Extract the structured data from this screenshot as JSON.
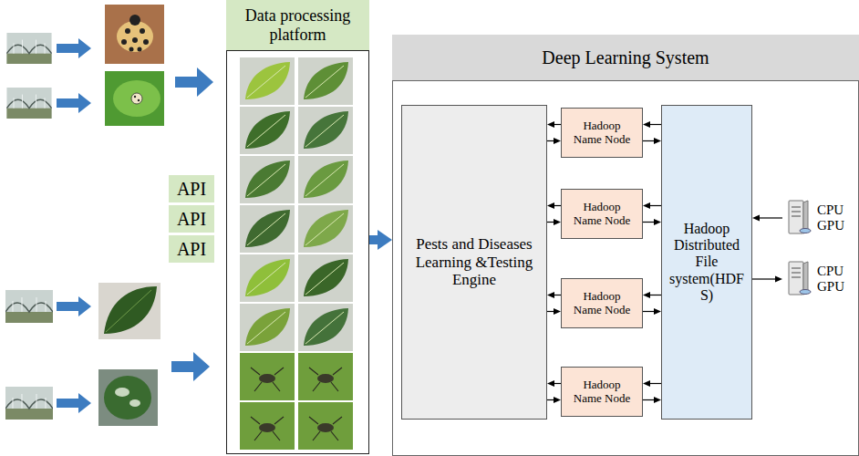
{
  "diagram": {
    "nodes": [
      {
        "text": [
          "API"
        ]
      },
      {
        "text": [
          "API"
        ]
      },
      {
        "text": [
          "API"
        ]
      },
      {
        "text": [
          "Data processing platform"
        ]
      },
      {
        "text": [
          "Deep Learning System"
        ]
      },
      {
        "text": [
          "Pests and Diseases Learning &Testing Engine"
        ],
        "in": 4
      },
      {
        "text": [
          "Hadoop Name Node"
        ],
        "in": 4
      },
      {
        "text": [
          "Hadoop Name Node"
        ],
        "in": 4
      },
      {
        "text": [
          "Hadoop Name Node"
        ],
        "in": 4
      },
      {
        "text": [
          "Hadoop Name Node"
        ],
        "in": 4
      },
      {
        "text": [
          "Hadoop Distributed File system(HDF S)"
        ],
        "in": 4
      },
      {
        "text": [
          "CPU GPU"
        ],
        "in": 4
      },
      {
        "text": [
          "CPU GPU"
        ],
        "in": 4
      }
    ],
    "edges": [
      {
        "from": 3,
        "to": 4,
        "arrow": "to"
      },
      {
        "from": 6,
        "to": 5,
        "arrow": "to"
      },
      {
        "from": 5,
        "to": 6,
        "arrow": "to"
      },
      {
        "from": 7,
        "to": 5,
        "arrow": "to"
      },
      {
        "from": 5,
        "to": 7,
        "arrow": "to"
      },
      {
        "from": 8,
        "to": 5,
        "arrow": "to"
      },
      {
        "from": 5,
        "to": 8,
        "arrow": "to"
      },
      {
        "from": 9,
        "to": 5,
        "arrow": "to"
      },
      {
        "from": 5,
        "to": 9,
        "arrow": "to"
      },
      {
        "from": 10,
        "to": 6,
        "arrow": "to"
      },
      {
        "from": 6,
        "to": 10,
        "arrow": "to"
      },
      {
        "from": 10,
        "to": 7,
        "arrow": "to"
      },
      {
        "from": 7,
        "to": 10,
        "arrow": "to"
      },
      {
        "from": 10,
        "to": 8,
        "arrow": "to"
      },
      {
        "from": 8,
        "to": 10,
        "arrow": "to"
      },
      {
        "from": 10,
        "to": 9,
        "arrow": "to"
      },
      {
        "from": 9,
        "to": 10,
        "arrow": "to"
      },
      {
        "from": 11,
        "to": 10,
        "arrow": "to"
      },
      {
        "from": 10,
        "to": 12,
        "arrow": "to"
      }
    ]
  }
}
